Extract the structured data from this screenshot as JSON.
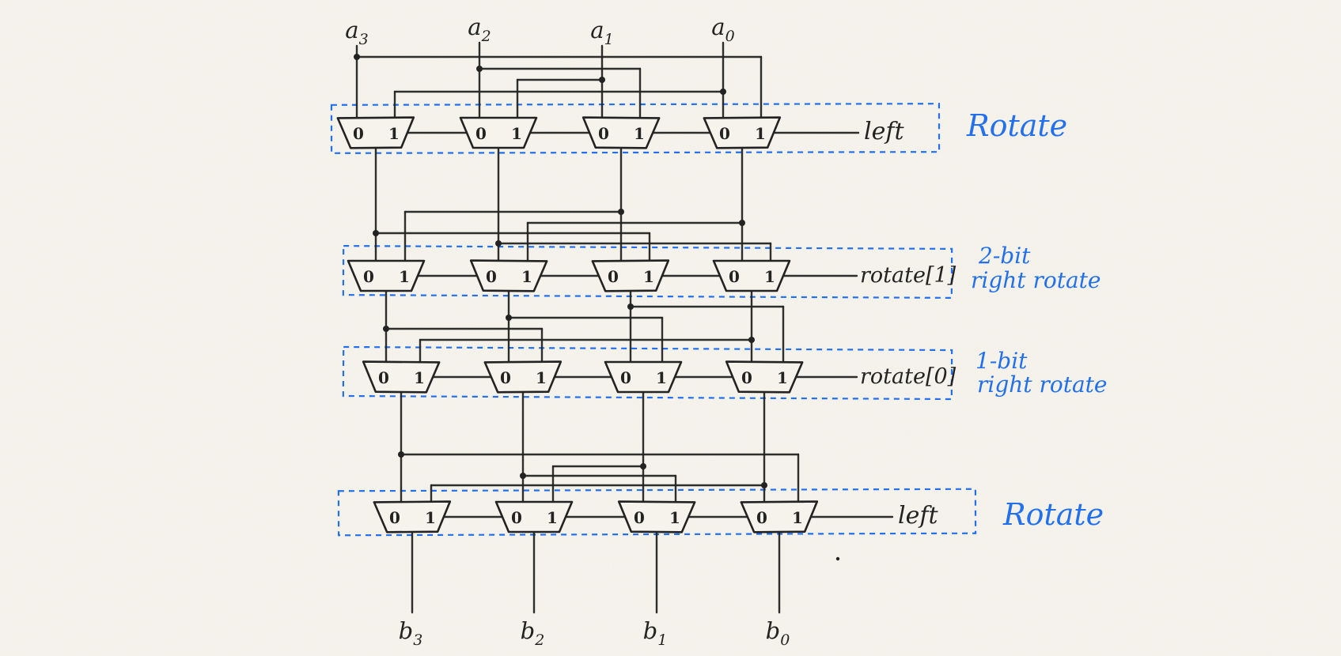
{
  "colors": {
    "paper": "#f5f3ec",
    "ink": "#232323",
    "accent": "#2270ee"
  },
  "inputs": [
    {
      "base": "a",
      "subscript": "3"
    },
    {
      "base": "a",
      "subscript": "2"
    },
    {
      "base": "a",
      "subscript": "1"
    },
    {
      "base": "a",
      "subscript": "0"
    }
  ],
  "outputs": [
    {
      "base": "b",
      "subscript": "3"
    },
    {
      "base": "b",
      "subscript": "2"
    },
    {
      "base": "b",
      "subscript": "1"
    },
    {
      "base": "b",
      "subscript": "0"
    }
  ],
  "mux": {
    "port_labels": [
      "0",
      "1"
    ],
    "muxes_per_stage": 4
  },
  "stages": [
    {
      "select_label": "left",
      "annotation_lines": [
        "Rotate"
      ],
      "input1_source_columns": [
        3,
        2,
        1,
        0
      ]
    },
    {
      "select_label": "rotate[1]",
      "annotation_lines": [
        "2-bit",
        "right rotate"
      ],
      "input1_source_columns": [
        2,
        3,
        0,
        1
      ]
    },
    {
      "select_label": "rotate[0]",
      "annotation_lines": [
        "1-bit",
        "right rotate"
      ],
      "input1_source_columns": [
        3,
        0,
        1,
        2
      ]
    },
    {
      "select_label": "left",
      "annotation_lines": [
        "Rotate"
      ],
      "input1_source_columns": [
        3,
        2,
        1,
        0
      ]
    }
  ]
}
